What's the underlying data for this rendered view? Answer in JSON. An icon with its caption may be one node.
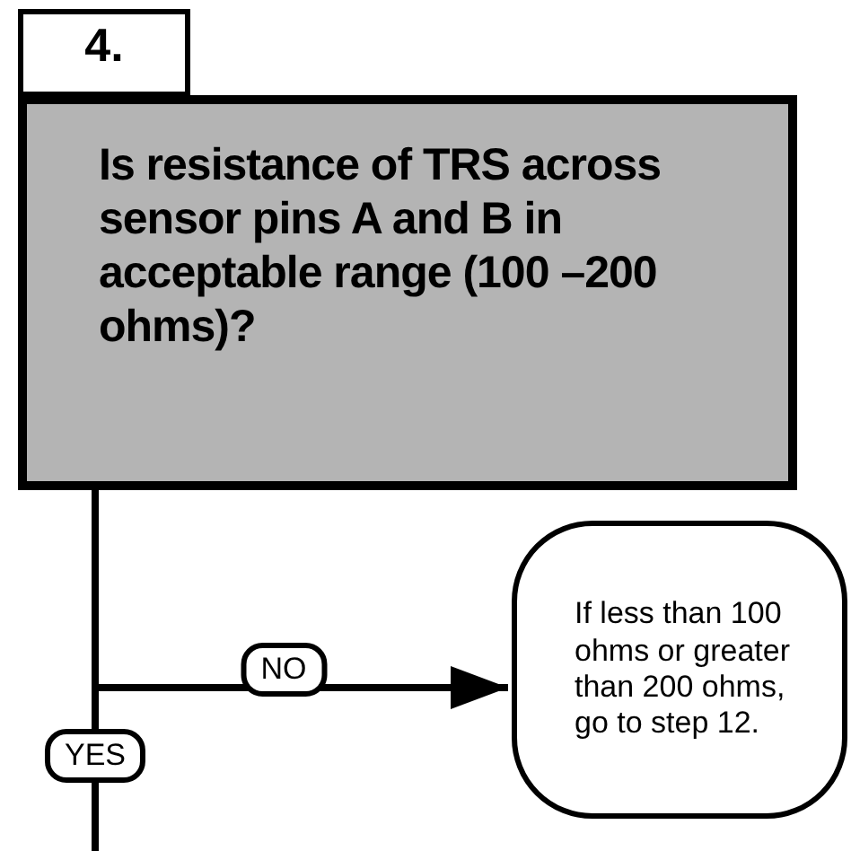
{
  "diagram": {
    "nodes": [
      {
        "text": [
          "4."
        ]
      },
      {
        "text": [
          "Is resistance of TRS across sensor pins A and B in acceptable range (100 –200 ohms)?"
        ]
      },
      {
        "text": [
          "If less than 100 ohms or greater than 200 ohms, go to step 12."
        ]
      }
    ],
    "edges": [
      {
        "from": 1,
        "to": 2,
        "arrow": "to",
        "label": "NO"
      },
      {
        "from": 1,
        "to": null,
        "arrow": "none",
        "label": "YES"
      }
    ]
  }
}
